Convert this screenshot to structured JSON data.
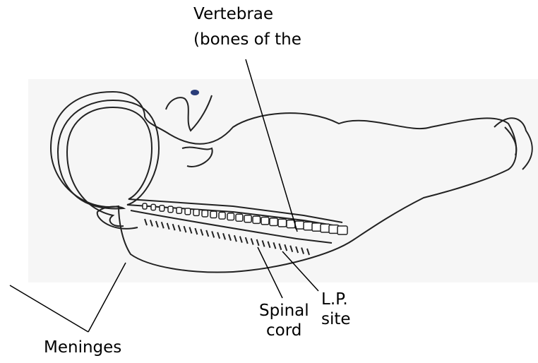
{
  "labels": {
    "vertebrae_line1": "Vertebrae",
    "vertebrae_line2": "(bones of the",
    "spinal_line1": "Spinal",
    "spinal_line2": "cord",
    "lp_line1": "L.P.",
    "lp_line2": "site",
    "meninges": "Meninges"
  }
}
